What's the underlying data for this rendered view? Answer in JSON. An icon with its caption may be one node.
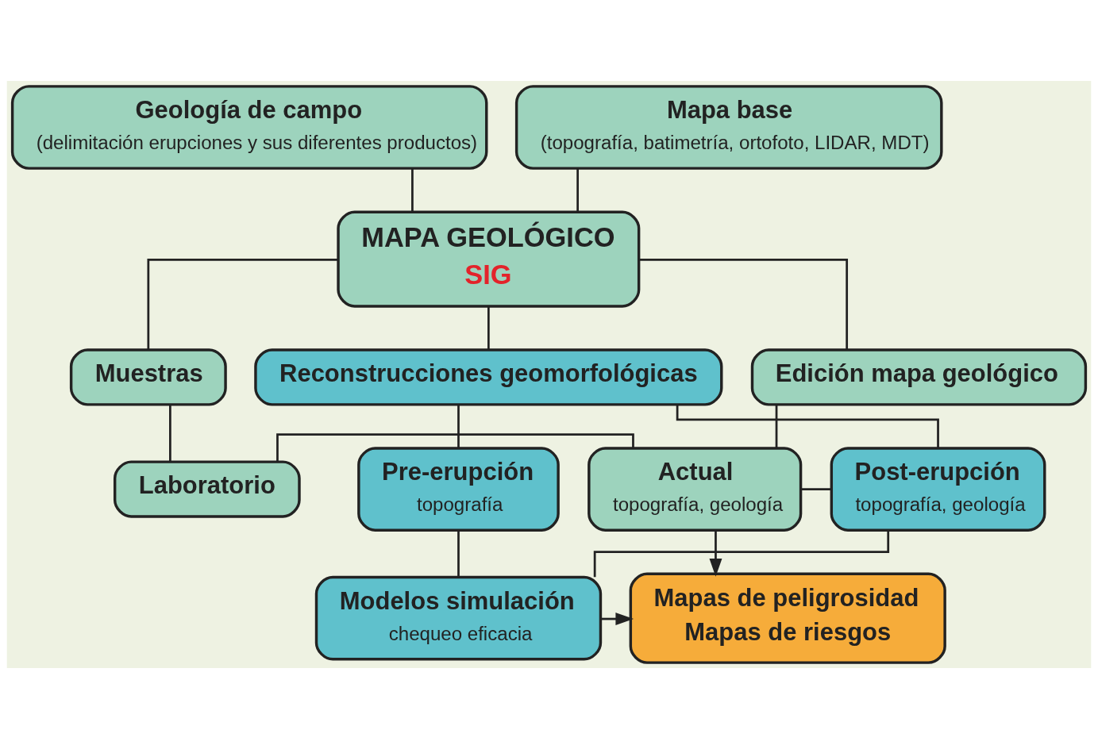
{
  "diagram": {
    "nodes": [
      {
        "text": [
          "Geología de campo",
          "(delimitación erupciones y sus diferentes productos)"
        ]
      },
      {
        "text": [
          "Mapa base",
          "(topografía, batimetría, ortofoto, LIDAR, MDT)"
        ]
      },
      {
        "text": [
          "MAPA GEOLÓGICO",
          "SIG"
        ]
      },
      {
        "text": [
          "Muestras"
        ]
      },
      {
        "text": [
          "Edición mapa geológico"
        ]
      },
      {
        "text": [
          "Reconstrucciones geomorfológicas"
        ]
      },
      {
        "text": [
          "Laboratorio"
        ]
      },
      {
        "text": [
          "Actual",
          "topografía, geología"
        ]
      },
      {
        "text": [
          "Post-erupción",
          "topografía, geología"
        ]
      },
      {
        "text": [
          "Pre-erupción",
          "topografía"
        ]
      },
      {
        "text": [
          "Mapas de peligrosidad",
          "Mapas de riesgos"
        ]
      },
      {
        "text": [
          "Modelos simulación",
          "chequeo eficacia"
        ]
      }
    ],
    "edges": [
      {
        "from": 0,
        "to": 2,
        "arrow": "none"
      },
      {
        "from": 1,
        "to": 2,
        "arrow": "none"
      },
      {
        "from": 2,
        "to": 3,
        "arrow": "none"
      },
      {
        "from": 2,
        "to": 4,
        "arrow": "none"
      },
      {
        "from": 2,
        "to": 5,
        "arrow": "none"
      },
      {
        "from": 3,
        "to": 6,
        "arrow": "none"
      },
      {
        "from": 4,
        "to": 7,
        "arrow": "none"
      },
      {
        "from": 6,
        "to": 7,
        "arrow": "none"
      },
      {
        "from": 7,
        "to": 8,
        "arrow": "none"
      },
      {
        "from": 5,
        "to": 8,
        "arrow": "none"
      },
      {
        "from": 5,
        "to": 9,
        "arrow": "none"
      },
      {
        "from": 8,
        "to": 11,
        "arrow": "none"
      },
      {
        "from": 9,
        "to": 11,
        "arrow": "none"
      },
      {
        "from": 11,
        "to": 10,
        "arrow": "to"
      },
      {
        "from": 7,
        "to": 10,
        "arrow": "to"
      }
    ]
  }
}
